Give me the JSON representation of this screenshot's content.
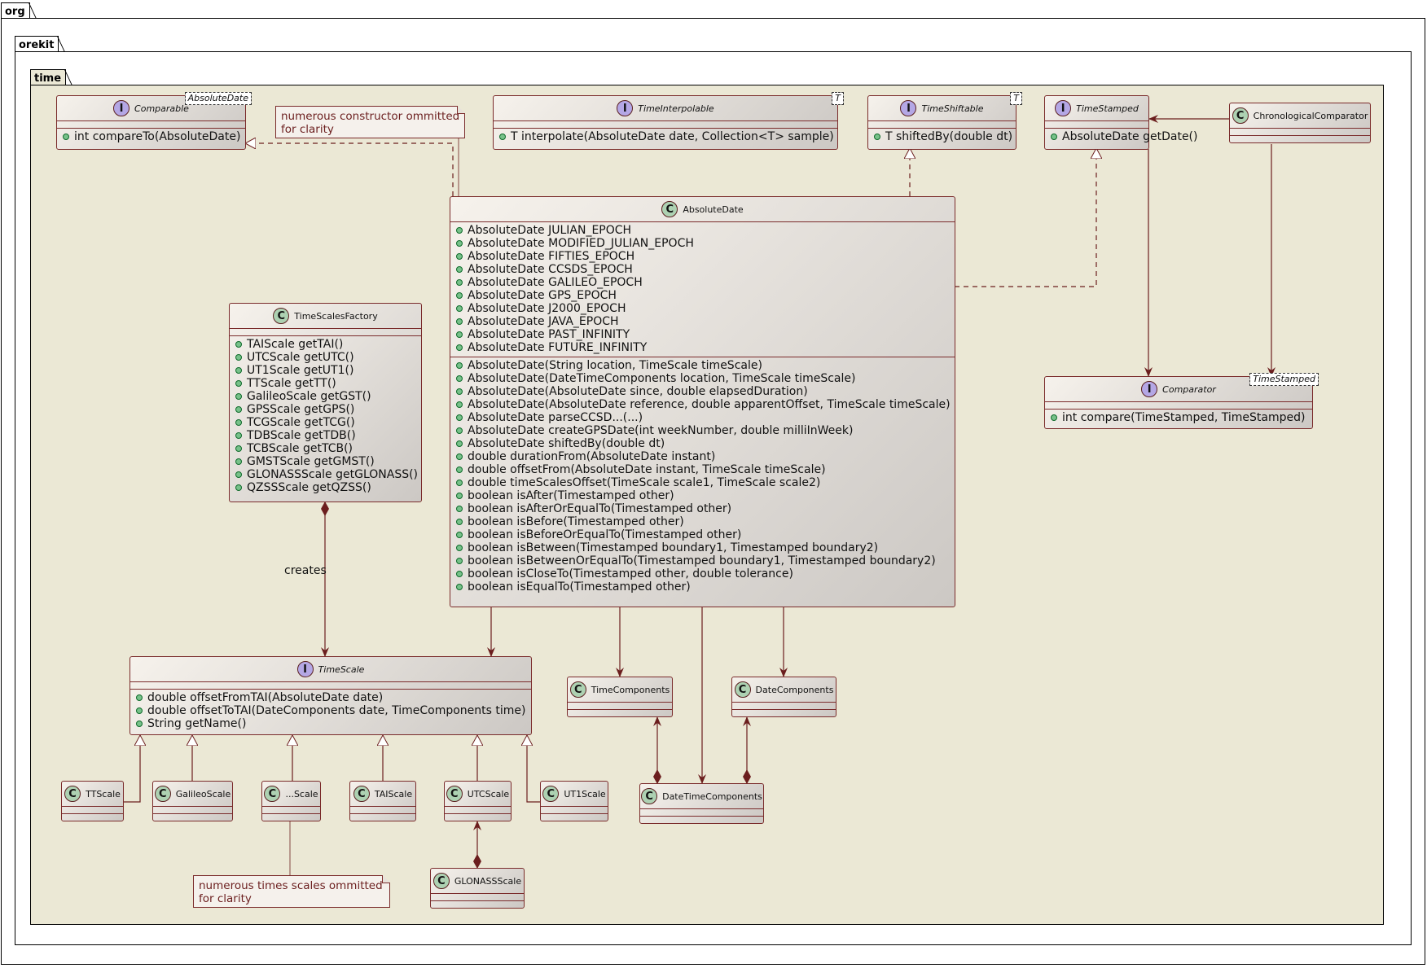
{
  "packages": {
    "org": "org",
    "orekit": "orekit",
    "time": "time"
  },
  "classes": {
    "comparable": {
      "kind": "I",
      "name": "Comparable",
      "type_param": "AbsoluteDate",
      "fields": [],
      "methods": [
        "int compareTo(AbsoluteDate)"
      ]
    },
    "time_interpolable": {
      "kind": "I",
      "name": "TimeInterpolable",
      "type_param": "T",
      "fields": [],
      "methods": [
        "T interpolate(AbsoluteDate date, Collection<T> sample)"
      ]
    },
    "time_shiftable": {
      "kind": "I",
      "name": "TimeShiftable",
      "type_param": "T",
      "fields": [],
      "methods": [
        "T shiftedBy(double dt)"
      ]
    },
    "time_stamped": {
      "kind": "I",
      "name": "TimeStamped",
      "fields": [],
      "methods": [
        "AbsoluteDate getDate()"
      ]
    },
    "chronological_comparator": {
      "kind": "C",
      "name": "ChronologicalComparator",
      "fields": [],
      "methods": []
    },
    "comparator": {
      "kind": "I",
      "name": "Comparator",
      "type_param": "TimeStamped",
      "fields": [],
      "methods": [
        "int  compare(TimeStamped, TimeStamped)"
      ]
    },
    "absolute_date": {
      "kind": "C",
      "name": "AbsoluteDate",
      "fields": [
        "AbsoluteDate JULIAN_EPOCH",
        "AbsoluteDate MODIFIED_JULIAN_EPOCH",
        "AbsoluteDate FIFTIES_EPOCH",
        "AbsoluteDate CCSDS_EPOCH",
        "AbsoluteDate GALILEO_EPOCH",
        "AbsoluteDate GPS_EPOCH",
        "AbsoluteDate J2000_EPOCH",
        "AbsoluteDate JAVA_EPOCH",
        "AbsoluteDate PAST_INFINITY",
        "AbsoluteDate FUTURE_INFINITY"
      ],
      "methods": [
        "AbsoluteDate(String location, TimeScale timeScale)",
        "AbsoluteDate(DateTimeComponents location, TimeScale timeScale)",
        "AbsoluteDate(AbsoluteDate since, double elapsedDuration)",
        "AbsoluteDate(AbsoluteDate reference, double apparentOffset, TimeScale timeScale)",
        "AbsoluteDate parseCCSD...(...)",
        "AbsoluteDate createGPSDate(int weekNumber, double milliInWeek)",
        "AbsoluteDate shiftedBy(double dt)",
        "double durationFrom(AbsoluteDate instant)",
        "double offsetFrom(AbsoluteDate instant, TimeScale timeScale)",
        "double timeScalesOffset(TimeScale scale1, TimeScale scale2)",
        "boolean isAfter(Timestamped other)",
        "boolean isAfterOrEqualTo(Timestamped other)",
        "boolean isBefore(Timestamped other)",
        "boolean isBeforeOrEqualTo(Timestamped other)",
        "boolean isBetween(Timestamped boundary1, Timestamped boundary2)",
        "boolean isBetweenOrEqualTo(Timestamped boundary1, Timestamped boundary2)",
        "boolean isCloseTo(Timestamped other, double tolerance)",
        "boolean isEqualTo(Timestamped other)"
      ]
    },
    "time_scales_factory": {
      "kind": "C",
      "name": "TimeScalesFactory",
      "fields": [],
      "methods": [
        "TAIScale getTAI()",
        "UTCScale getUTC()",
        "UT1Scale getUT1()",
        "TTScale getTT()",
        "GalileoScale getGST()",
        "GPSScale getGPS()",
        "TCGScale getTCG()",
        "TDBScale getTDB()",
        "TCBScale getTCB()",
        "GMSTScale getGMST()",
        "GLONASSScale getGLONASS()",
        "QZSSScale getQZSS()"
      ]
    },
    "time_scale": {
      "kind": "I",
      "name": "TimeScale",
      "fields": [],
      "methods": [
        "double offsetFromTAI(AbsoluteDate date)",
        "double offsetToTAI(DateComponents date, TimeComponents time)",
        "String getName()"
      ]
    },
    "time_components": {
      "kind": "C",
      "name": "TimeComponents",
      "fields": [],
      "methods": []
    },
    "date_components": {
      "kind": "C",
      "name": "DateComponents",
      "fields": [],
      "methods": []
    },
    "date_time_components": {
      "kind": "C",
      "name": "DateTimeComponents",
      "fields": [],
      "methods": []
    },
    "tt_scale": {
      "kind": "C",
      "name": "TTScale",
      "fields": [],
      "methods": []
    },
    "galileo_scale": {
      "kind": "C",
      "name": "GalileoScale",
      "fields": [],
      "methods": []
    },
    "other_scale": {
      "kind": "C",
      "name": "...Scale",
      "fields": [],
      "methods": []
    },
    "tai_scale": {
      "kind": "C",
      "name": "TAIScale",
      "fields": [],
      "methods": []
    },
    "utc_scale": {
      "kind": "C",
      "name": "UTCScale",
      "fields": [],
      "methods": []
    },
    "ut1_scale": {
      "kind": "C",
      "name": "UT1Scale",
      "fields": [],
      "methods": []
    },
    "glonass_scale": {
      "kind": "C",
      "name": "GLONASSScale",
      "fields": [],
      "methods": []
    }
  },
  "notes": {
    "constructors": "numerous constructor ommitted\nfor clarity",
    "scales": "numerous times scales ommitted\nfor clarity"
  },
  "edge_labels": {
    "creates": "creates"
  },
  "colors": {
    "package_bg": "#ebe8d5",
    "line": "#6b1e1e",
    "class_badge": "#add1b2",
    "interface_badge": "#b4a7e5"
  }
}
